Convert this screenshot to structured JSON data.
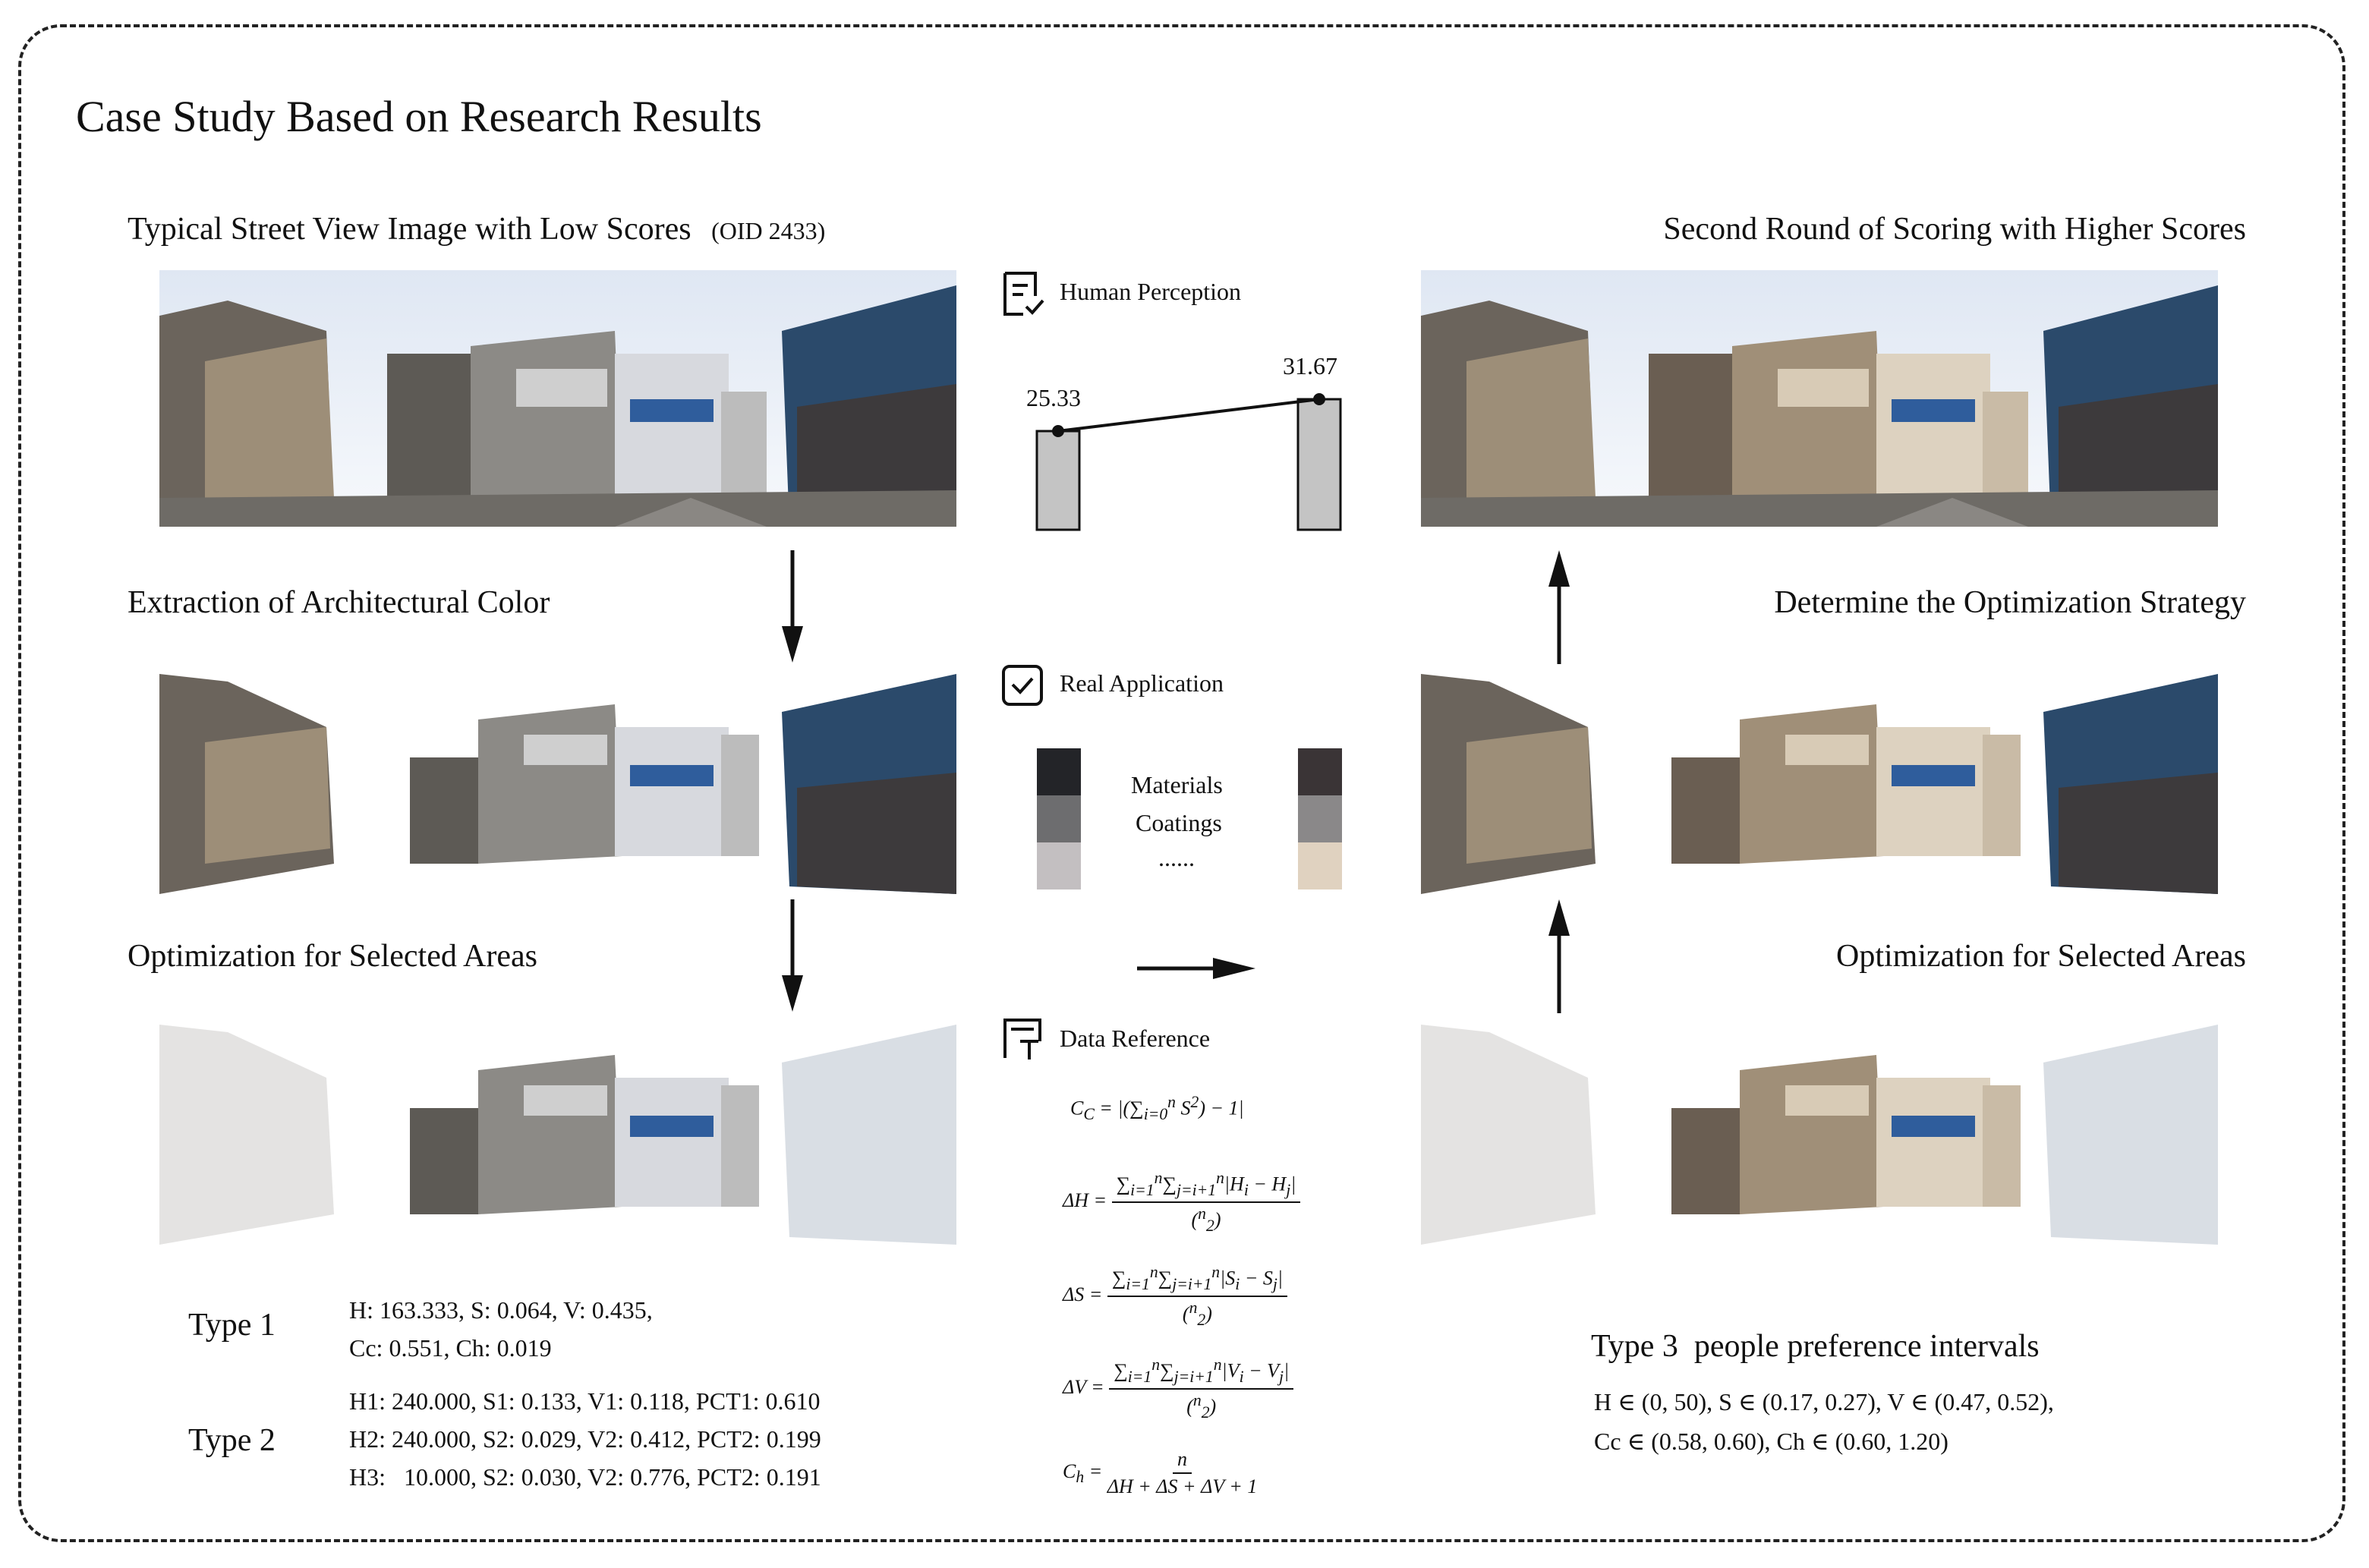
{
  "title": "Case Study Based on Research Results",
  "left": {
    "heading_low": "Typical Street View Image with Low Scores",
    "oid": "(OID 2433)",
    "heading_extract": "Extraction of Architectural Color",
    "heading_opt": "Optimization for Selected Areas",
    "type1_label": "Type 1",
    "type1_line1": "H: 163.333, S: 0.064, V: 0.435,",
    "type1_line2": "Cc: 0.551, Ch: 0.019",
    "type2_label": "Type 2",
    "type2_line1": "H1: 240.000, S1: 0.133, V1: 0.118, PCT1: 0.610",
    "type2_line2": "H2: 240.000, S2: 0.029, V2: 0.412, PCT2: 0.199",
    "type2_line3": "H3:   10.000, S2: 0.030, V2: 0.776, PCT2: 0.191"
  },
  "center": {
    "human_perception": "Human Perception",
    "score_before": "25.33",
    "score_after": "31.67",
    "scores": [
      25.33,
      31.67
    ],
    "real_application": "Real Application",
    "materials": "Materials",
    "coatings": "Coatings",
    "dots": "......",
    "swatches_left": [
      "#232428",
      "#6d6d6f",
      "#c3bfc1"
    ],
    "swatches_right": [
      "#3a3436",
      "#8a8889",
      "#e0d2c0"
    ],
    "data_reference": "Data Reference"
  },
  "right": {
    "heading_second": "Second Round of Scoring with Higher Scores",
    "heading_strategy": "Determine the Optimization Strategy",
    "heading_opt": "Optimization for Selected Areas",
    "type3_label": "Type 3  people preference intervals",
    "type3_line1": "H ∈ (0, 50), S ∈ (0.17, 0.27), V ∈ (0.47, 0.52),",
    "type3_line2": "Cc ∈ (0.58, 0.60), Ch ∈ (0.60, 1.20)"
  }
}
